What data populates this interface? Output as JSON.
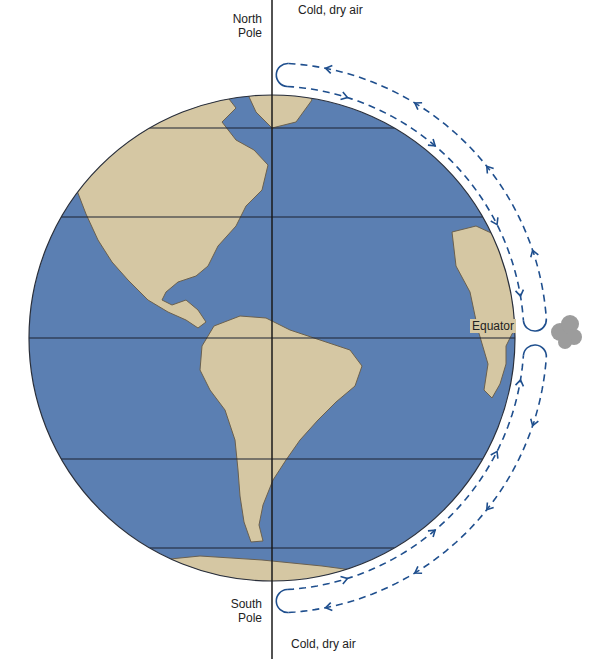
{
  "diagram": {
    "labels": [
      "North Pole",
      "Cold, dry air",
      "Equator",
      "South Pole",
      "Cold, dry air"
    ]
  }
}
